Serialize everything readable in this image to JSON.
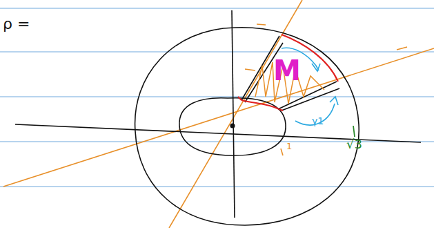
{
  "diagram": {
    "labels": [
      "ρ =",
      "M",
      "γ1",
      "√3",
      "1"
    ]
  }
}
